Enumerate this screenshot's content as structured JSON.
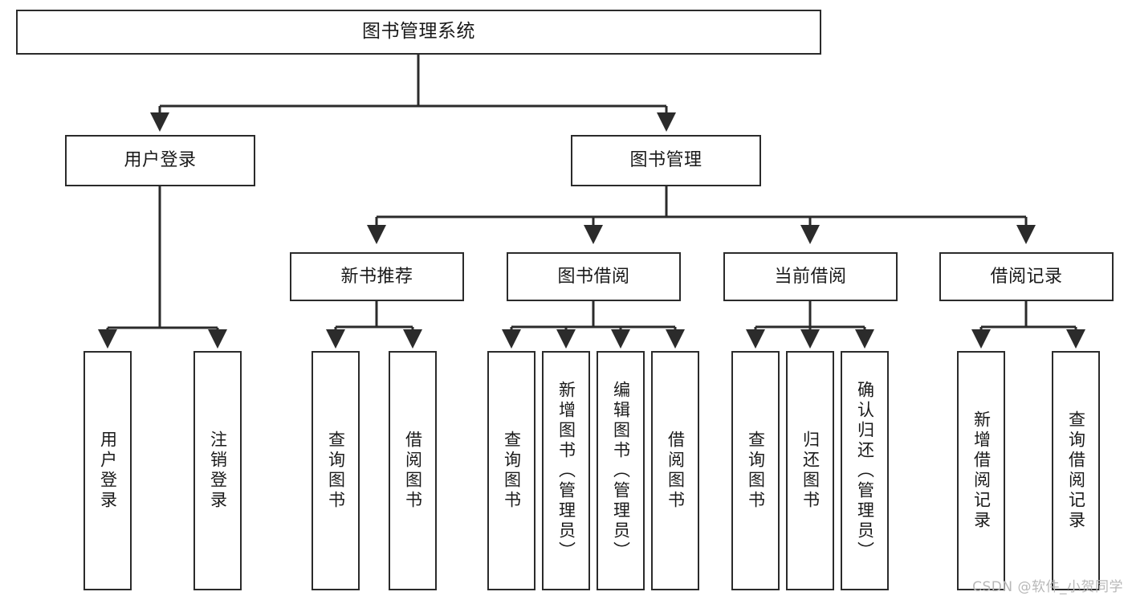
{
  "diagram": {
    "title": "图书管理系统",
    "type": "tree-hierarchy-chart",
    "root": {
      "label": "图书管理系统"
    },
    "level2": [
      {
        "label": "用户登录"
      },
      {
        "label": "图书管理"
      }
    ],
    "level3": [
      {
        "label": "新书推荐"
      },
      {
        "label": "图书借阅"
      },
      {
        "label": "当前借阅"
      },
      {
        "label": "借阅记录"
      }
    ],
    "leaves": {
      "user_login": [
        {
          "label": "用户登录"
        },
        {
          "label": "注销登录"
        }
      ],
      "new_book_recommend": [
        {
          "label": "查询图书"
        },
        {
          "label": "借阅图书"
        }
      ],
      "book_borrow": [
        {
          "label": "查询图书"
        },
        {
          "label": "新增图书（管理员）"
        },
        {
          "label": "编辑图书（管理员）"
        },
        {
          "label": "借阅图书"
        }
      ],
      "current_borrow": [
        {
          "label": "查询图书"
        },
        {
          "label": "归还图书"
        },
        {
          "label": "确认归还（管理员）"
        }
      ],
      "borrow_records": [
        {
          "label": "新增借阅记录"
        },
        {
          "label": "查询借阅记录"
        }
      ]
    }
  },
  "watermark": {
    "text": "CSDN @软件_小贺同学"
  },
  "colors": {
    "stroke": "#2b2b2b",
    "background": "#ffffff",
    "text": "#1a1a1a",
    "watermark": "#b8b8b8"
  }
}
